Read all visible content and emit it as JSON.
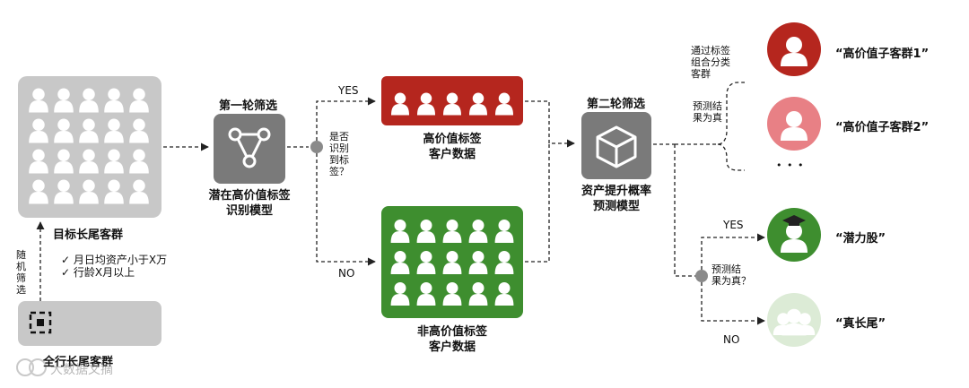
{
  "target_group": {
    "label": "目标长尾客群",
    "criteria": [
      "月日均资产小于X万",
      "行龄X月以上"
    ]
  },
  "all_group": {
    "label": "全行长尾客群"
  },
  "random_filter_label": "随机筛选",
  "round1": {
    "title": "第一轮筛选",
    "model_line1": "潜在高价值标签",
    "model_line2": "识别模型"
  },
  "decision1": {
    "line1": "是否",
    "line2": "识别",
    "line3": "到标",
    "line4": "签？"
  },
  "yes_label_1": "YES",
  "no_label_1": "NO",
  "high_value_box": {
    "line1": "高价值标签",
    "line2": "客户数据"
  },
  "non_high_value_box": {
    "line1": "非高价值标签",
    "line2": "客户数据"
  },
  "round2": {
    "title": "第二轮筛选",
    "model_line1": "资产提升概率",
    "model_line2": "预测模型"
  },
  "tag_cluster_note": {
    "line1": "通过标签",
    "line2": "组合分类",
    "line3": "客群"
  },
  "predict_true_note": {
    "line1": "预测结",
    "line2": "果为真"
  },
  "decision2": {
    "line1": "预测结",
    "line2": "果为真？"
  },
  "yes_label_2": "YES",
  "no_label_2": "NO",
  "ellipsis": "• • •",
  "outcomes": {
    "sub1": "“高价值子客群1”",
    "sub2": "“高价值子客群2”",
    "potential": "“潜力股”",
    "true_long_tail": "“真长尾”"
  },
  "watermark": "大数据文摘",
  "colors": {
    "gray_box": "#c8c8c8",
    "dark_gray": "#7a7a7a",
    "red": "#b5261e",
    "pink": "#e88085",
    "green": "#3e8e2f",
    "light_green": "#dcebd6"
  }
}
